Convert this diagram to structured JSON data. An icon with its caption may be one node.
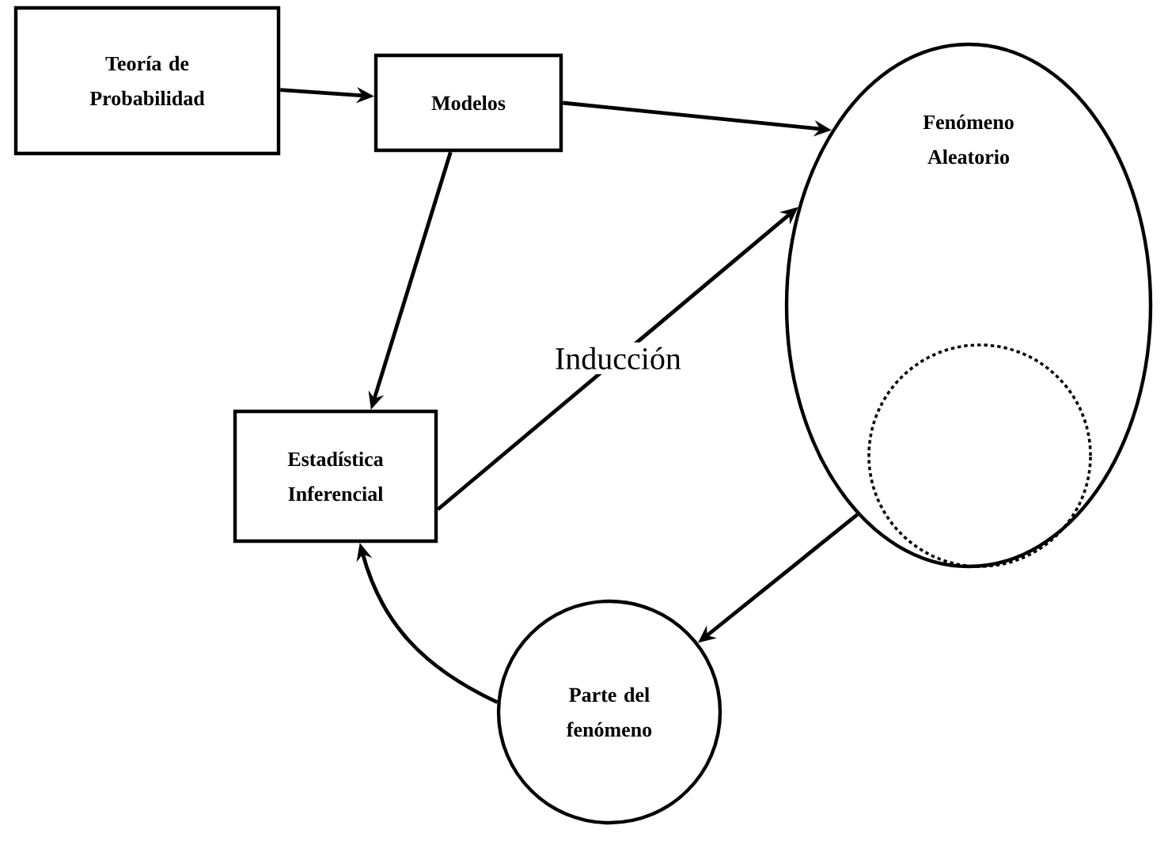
{
  "diagram": {
    "nodes": [
      {
        "text": [
          "Teoría de Probabilidad"
        ]
      },
      {
        "text": [
          "Modelos"
        ]
      },
      {
        "text": [
          "Fenómeno Aleatorio"
        ]
      },
      {
        "text": [],
        "shape": "circle",
        "in": 2
      },
      {
        "text": [
          "Estadística Inferencial"
        ]
      },
      {
        "text": [
          "Parte del fenómeno"
        ]
      }
    ],
    "edges": [
      {
        "from": 0,
        "to": 1,
        "arrow": "to"
      },
      {
        "from": 1,
        "to": 2,
        "arrow": "to"
      },
      {
        "from": 1,
        "to": 4,
        "arrow": "to"
      },
      {
        "from": 4,
        "to": 2,
        "arrow": "to",
        "label": "Inducción"
      },
      {
        "from": 2,
        "to": 5,
        "arrow": "to"
      },
      {
        "from": 5,
        "to": 4,
        "arrow": "to"
      }
    ]
  }
}
